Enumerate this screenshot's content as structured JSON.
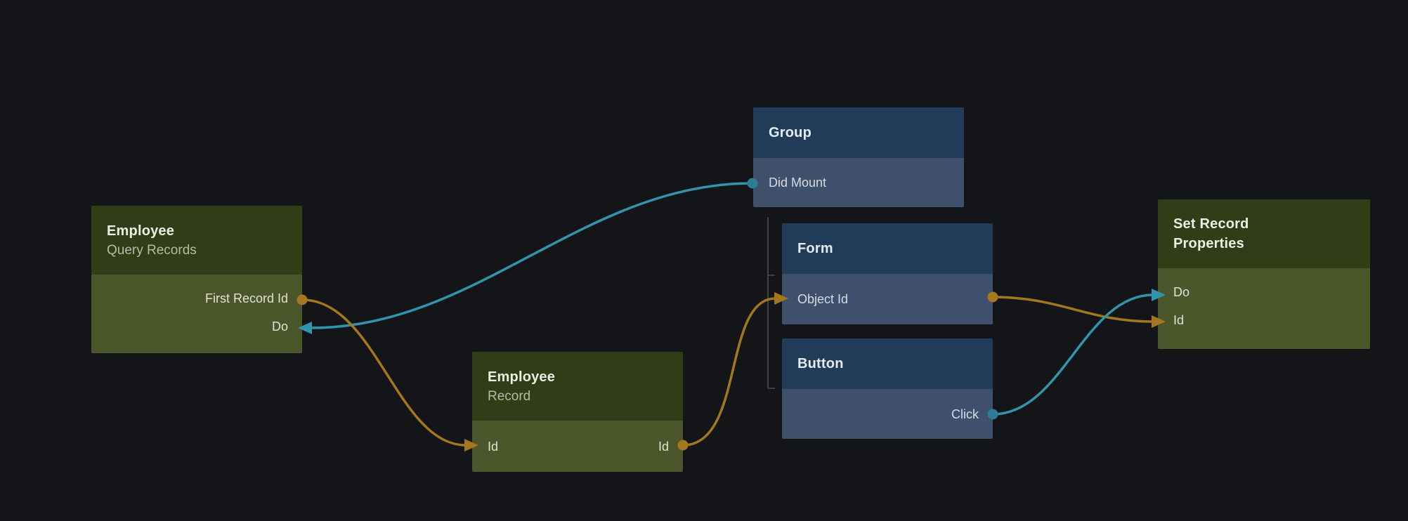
{
  "diagram": {
    "background": "#141518",
    "colors": {
      "green_header": "#313d17",
      "green_body": "#4b572b",
      "blue_header": "#213c59",
      "blue_body": "#3e506c",
      "wire_orange": "#a3771e",
      "wire_teal": "#3094ac",
      "dot_orange": "#a4781f",
      "dot_teal": "#2b7e96",
      "tree_line": "#4e4f51"
    },
    "nodes": [
      {
        "title": "Employee",
        "subtitle": "Query Records",
        "ports": [
          {
            "label": "First Record Id"
          },
          {
            "label": "Do"
          }
        ]
      },
      {
        "title": "Group",
        "ports": [
          {
            "label": "Did Mount"
          }
        ]
      },
      {
        "title": "Form",
        "ports": [
          {
            "label": "Object Id"
          }
        ]
      },
      {
        "title": "Button",
        "ports": [
          {
            "label": "Click"
          }
        ]
      },
      {
        "title": "Employee",
        "subtitle": "Record",
        "ports": [
          {
            "label": "Id"
          },
          {
            "label": "Id"
          }
        ]
      },
      {
        "title": "Set Record Properties",
        "ports": [
          {
            "label": "Do"
          },
          {
            "label": "Id"
          }
        ]
      }
    ],
    "wires": [
      {
        "from": "Group.Did Mount",
        "to": "Employee Query Records.Do",
        "color": "teal"
      },
      {
        "from": "Employee Query Records.First Record Id",
        "to": "Employee Record.Id",
        "color": "orange"
      },
      {
        "from": "Employee Record.Id",
        "to": "Form.Object Id",
        "color": "orange"
      },
      {
        "from": "Form.Object Id",
        "to": "Set Record Properties.Id",
        "color": "orange"
      },
      {
        "from": "Button.Click",
        "to": "Set Record Properties.Do",
        "color": "teal"
      }
    ]
  }
}
